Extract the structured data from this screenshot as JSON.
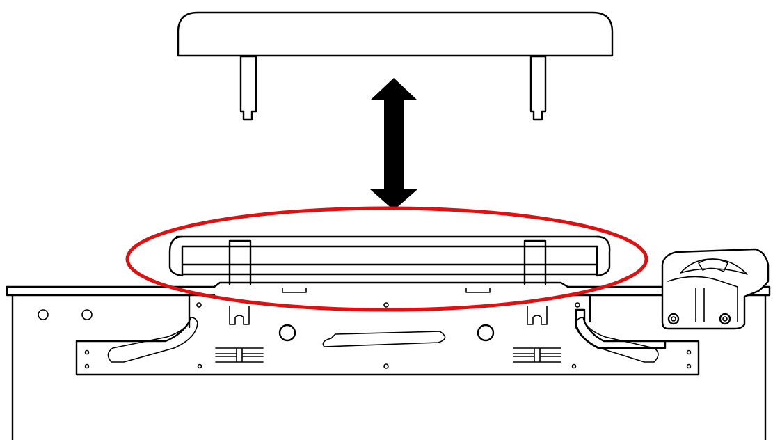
{
  "figure": {
    "kind": "assembly-illustration",
    "parts": [
      "top-cover",
      "pins",
      "rail-assembly",
      "base-panel",
      "corner-bracket"
    ],
    "arrow": {
      "direction": "up-down",
      "color": "#000000"
    },
    "highlight": {
      "shape": "ellipse",
      "color": "#e01010"
    },
    "line_color": "#000000",
    "background": "#ffffff"
  }
}
